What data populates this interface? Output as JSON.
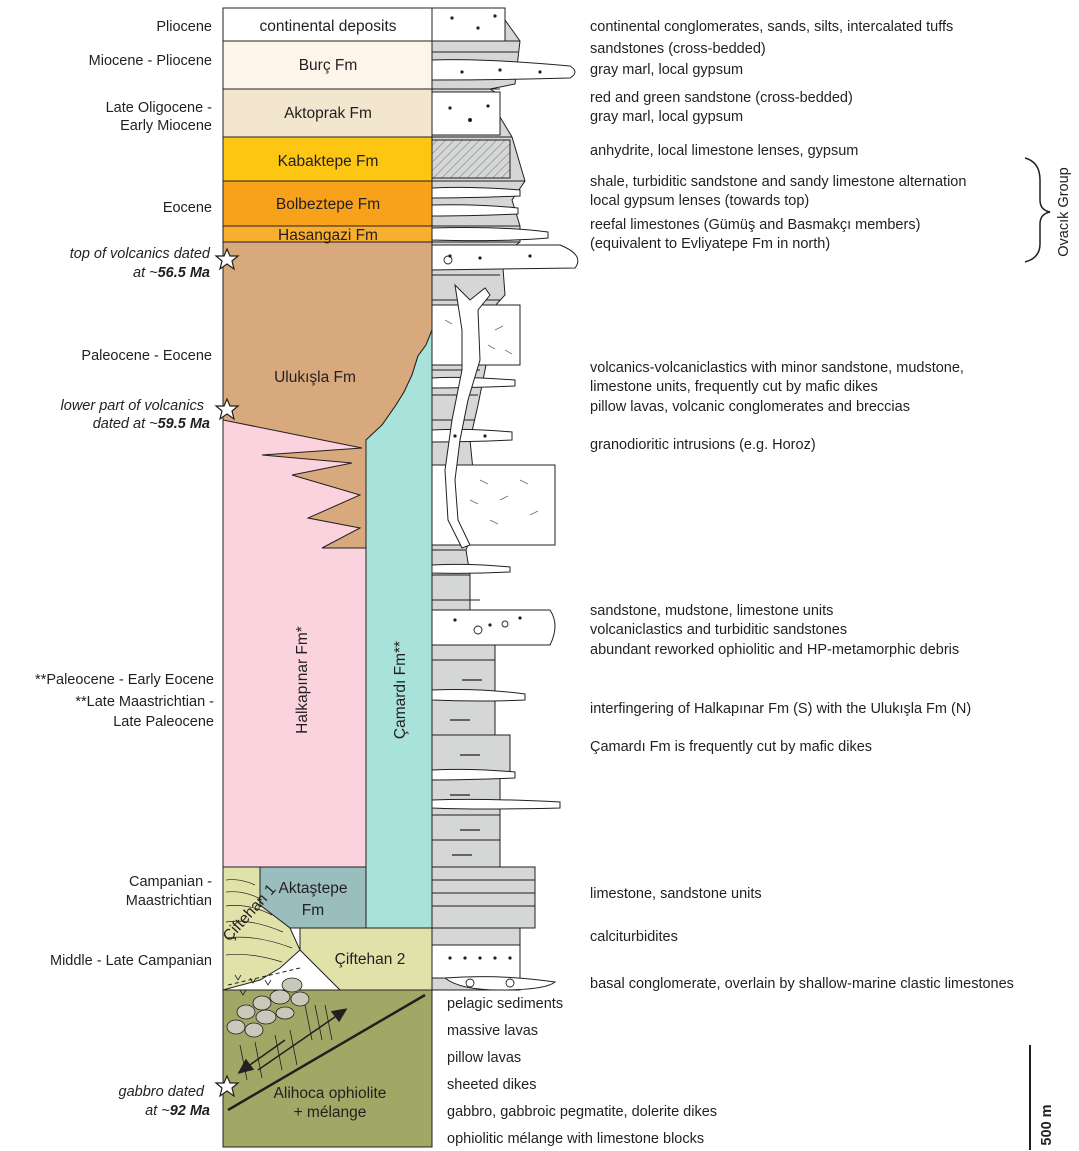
{
  "formations": {
    "continental": "continental deposits",
    "burc": "Burç Fm",
    "aktoprak": "Aktoprak Fm",
    "kabaktepe": "Kabaktepe Fm",
    "bolbeztepe": "Bolbeztepe Fm",
    "hasangazi": "Hasangazi Fm",
    "ulukisla": "Ulukışla Fm",
    "halkapinar": "Halkapınar Fm*",
    "camardi": "Çamardı Fm**",
    "aktastepe_1": "Aktaştepe",
    "aktastepe_2": "Fm",
    "ciftehan1": "Çiftehan 1",
    "ciftehan2": "Çiftehan 2",
    "alihoca_1": "Alihoca ophiolite",
    "alihoca_2": "+ mélange"
  },
  "ages": {
    "pliocene": "Pliocene",
    "mio_plio": "Miocene - Pliocene",
    "late_oligo": "Late Oligocene -",
    "early_mio": "Early Miocene",
    "eocene": "Eocene",
    "paleo_eocene": "Paleocene - Eocene",
    "paleo_early_eocene": "**Paleocene - Early Eocene",
    "late_maas": "**Late Maastrichtian -",
    "late_paleocene": "Late Paleocene",
    "campanian": "Campanian -",
    "maastrichtian": "Maastrichtian",
    "mid_late_campanian": "Middle - Late Campanian"
  },
  "dates": {
    "top_1": "top of volcanics dated",
    "top_2a": "at ~",
    "top_2b": "56.5 Ma",
    "lower_1": "lower part of volcanics",
    "lower_2a": "dated at ~",
    "lower_2b": "59.5 Ma",
    "gabbro_1": "gabbro dated",
    "gabbro_2a": "at ~",
    "gabbro_2b": "92 Ma"
  },
  "lithology": {
    "l1": "continental conglomerates, sands, silts, intercalated tuffs",
    "l2": "sandstones (cross-bedded)",
    "l3": "gray marl, local gypsum",
    "l4": "red and green sandstone (cross-bedded)",
    "l5": "gray marl, local gypsum",
    "l6": "anhydrite, local limestone lenses, gypsum",
    "l7": "shale, turbiditic sandstone and sandy limestone alternation",
    "l8": "local gypsum lenses (towards top)",
    "l9": "reefal limestones (Gümüş and Basmakçı members)",
    "l10": "(equivalent to Evliyatepe Fm in north)",
    "l11": "volcanics-volcaniclastics with minor sandstone, mudstone,",
    "l12": "limestone units, frequently cut by mafic dikes",
    "l13": "pillow lavas, volcanic conglomerates and breccias",
    "l14": "granodioritic intrusions (e.g. Horoz)",
    "l15": "sandstone, mudstone, limestone units",
    "l16": "volcaniclastics and turbiditic sandstones",
    "l17": "abundant reworked ophiolitic and HP-metamorphic debris",
    "l18": "interfingering of Halkapınar Fm (S) with the Ulukışla Fm (N)",
    "l19": "Çamardı Fm is frequently cut by mafic dikes",
    "l20": "limestone, sandstone units",
    "l21": "calciturbidites",
    "l22": "basal conglomerate, overlain by shallow-marine clastic limestones",
    "l23": "pelagic sediments",
    "l24": "massive lavas",
    "l25": "pillow lavas",
    "l26": "sheeted dikes",
    "l27": "gabbro, gabbroic pegmatite, dolerite dikes",
    "l28": "ophiolitic mélange with limestone blocks"
  },
  "group_label": "Ovacık Group",
  "scale_label": "500 m",
  "colors": {
    "continental": "#ffffff",
    "burc": "#fdf4ea",
    "aktoprak": "#f3e6cf",
    "kabaktepe": "#fcc612",
    "bolbeztepe": "#f8a21c",
    "hasangazi": "#f8ae2e",
    "ulukisla": "#d7a97c",
    "halkapinar": "#fbd3df",
    "camardi": "#a9e2da",
    "aktastepe": "#9abdbd",
    "ciftehan": "#dfe3a9",
    "ophiolite": "#a0a866",
    "column_fill": "#d5d6d6",
    "stroke": "#231f20"
  }
}
